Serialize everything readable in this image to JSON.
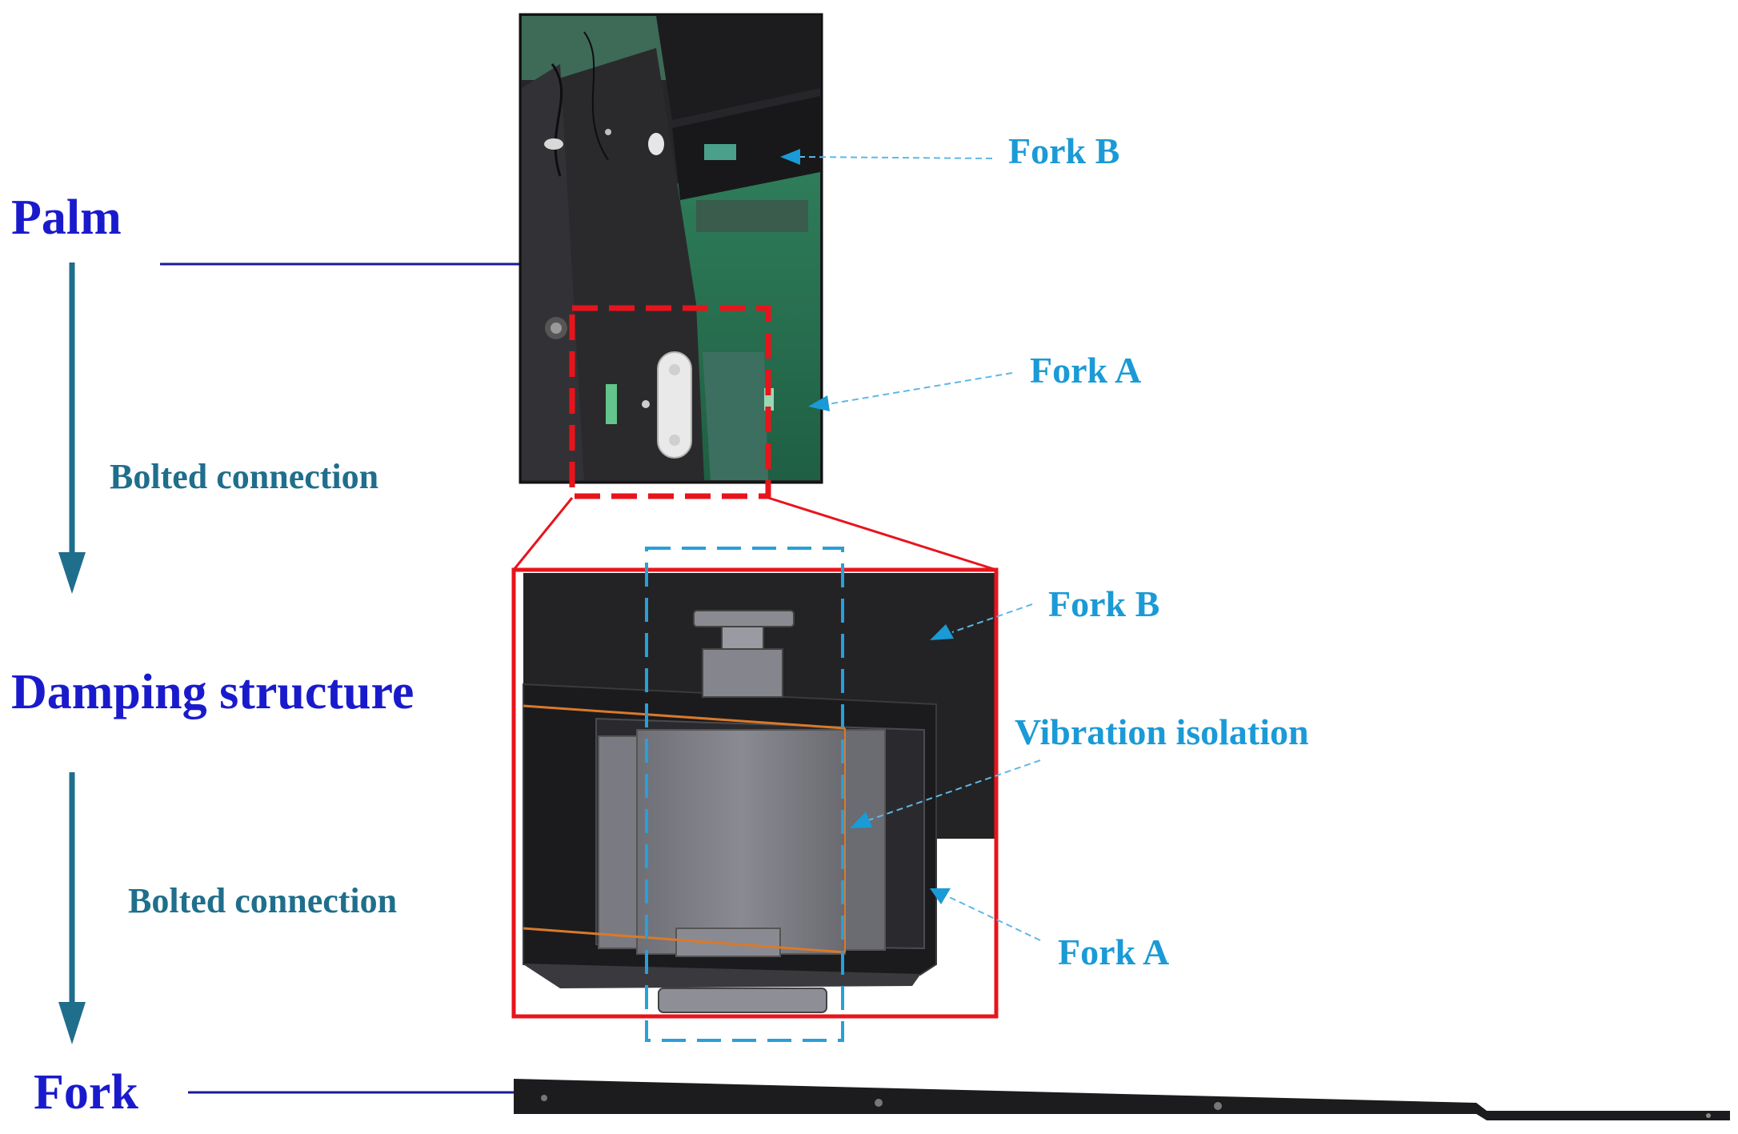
{
  "labels": {
    "palm": "Palm",
    "damping_structure": "Damping structure",
    "fork": "Fork",
    "bolted_connection_1": "Bolted connection",
    "bolted_connection_2": "Bolted connection"
  },
  "photo_callouts": {
    "fork_b": "Fork B",
    "fork_a": "Fork A"
  },
  "cad_callouts": {
    "fork_b": "Fork B",
    "vibration_isolation": "Vibration isolation",
    "fork_a": "Fork A"
  },
  "colors": {
    "main_label": "#1a1acd",
    "connection_label": "#1f6e8c",
    "part_label": "#1a9ad6",
    "flow_arrow": "#1f6e8c",
    "zoom_box": "#e8141c",
    "isolation_box": "#2a9fd8"
  }
}
